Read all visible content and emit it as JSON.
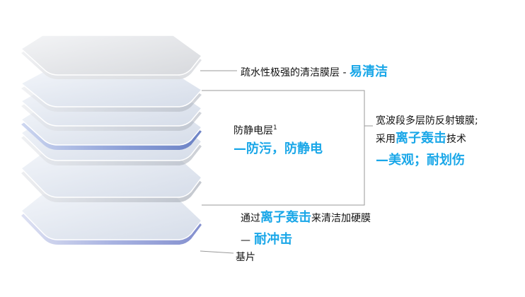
{
  "labels": {
    "top_prefix": "疏水性极强的清洁膜层 -",
    "top_highlight": "易清洁",
    "antistatic_title": "防静电层",
    "antistatic_sup": "1",
    "antistatic_highlight": "—防污，防静电",
    "ar_line1": "宽波段多层防反射镀膜;",
    "ar_line2_prefix": "采用",
    "ar_line2_highlight": "离子轰击",
    "ar_line2_suffix": "技术",
    "ar_highlight": "—美观；耐划伤",
    "hard_prefix": "通过",
    "hard_highlight": "离子轰击",
    "hard_suffix": "来清洁加硬膜",
    "hard_benefit_dash": "—",
    "hard_benefit": "耐冲击",
    "substrate": "基片"
  },
  "colors": {
    "accent": "#1aa7e8",
    "leader_line": "#9a9a9a",
    "glass": "#d9e1ec",
    "blue_layer": "#6f86c8",
    "silver_layer": "#b8bcc4"
  }
}
